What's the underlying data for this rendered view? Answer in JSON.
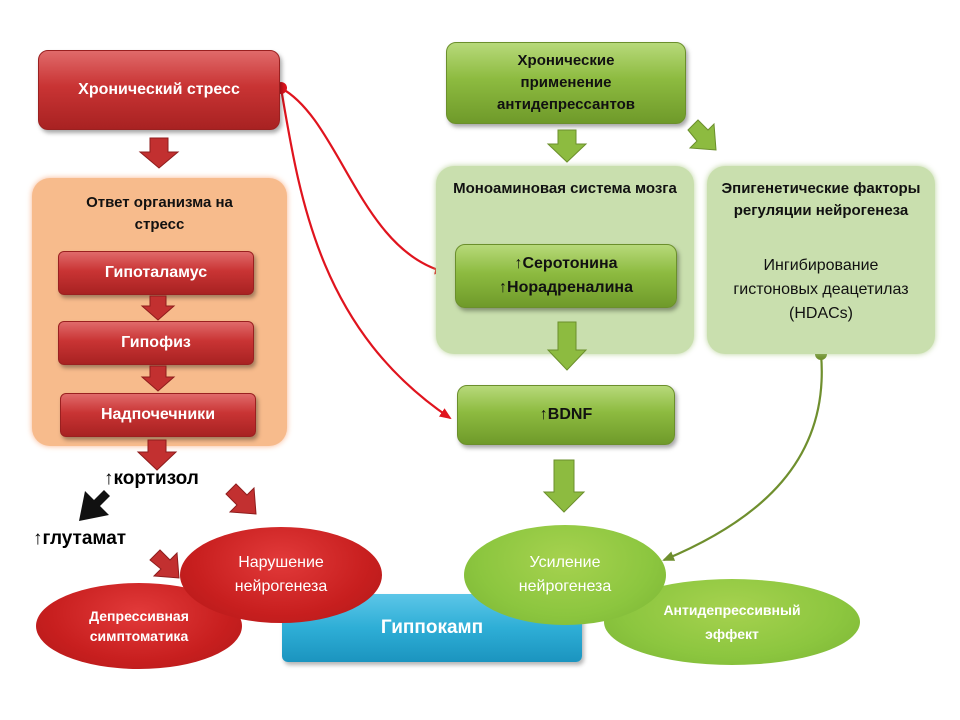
{
  "stress": {
    "chronic_stress": "Хронический стресс",
    "response_title": "Ответ организма  на стресс",
    "hypothalamus": "Гипоталамус",
    "pituitary": "Гипофиз",
    "adrenals": "Надпочечники",
    "cortisol": "↑кортизол",
    "glutamate": "↑глутамат",
    "impaired_neurogenesis": "Нарушение нейрогенеза",
    "depressive_symptoms": "Депрессивная симптоматика"
  },
  "antidepressant": {
    "chronic_use": "Хронические применение антидепрессантов",
    "monoamine_title": "Моноаминовая  система мозга",
    "serotonin": "↑Серотонина",
    "noradrenaline": "↑Норадреналина",
    "bdnf": "↑BDNF",
    "epigenetic_title": "Эпигенетические факторы  регуляции нейрогенеза",
    "hdac_text": "Ингибирование гистоновых деацетилаз (HDACs)",
    "enhanced_neurogenesis": "Усиление нейрогенеза",
    "antidepressant_effect": "Антидепрессивный эффект"
  },
  "hippocampus": "Гиппокамп",
  "colors": {
    "red": "#c93434",
    "green": "#8dbb40",
    "orange_panel": "#f7bb8c",
    "green_panel": "#c9dfae",
    "hippocampus_blue": "#2eaed6",
    "red_line": "#e0141e",
    "olive_line": "#6f8f2e"
  }
}
